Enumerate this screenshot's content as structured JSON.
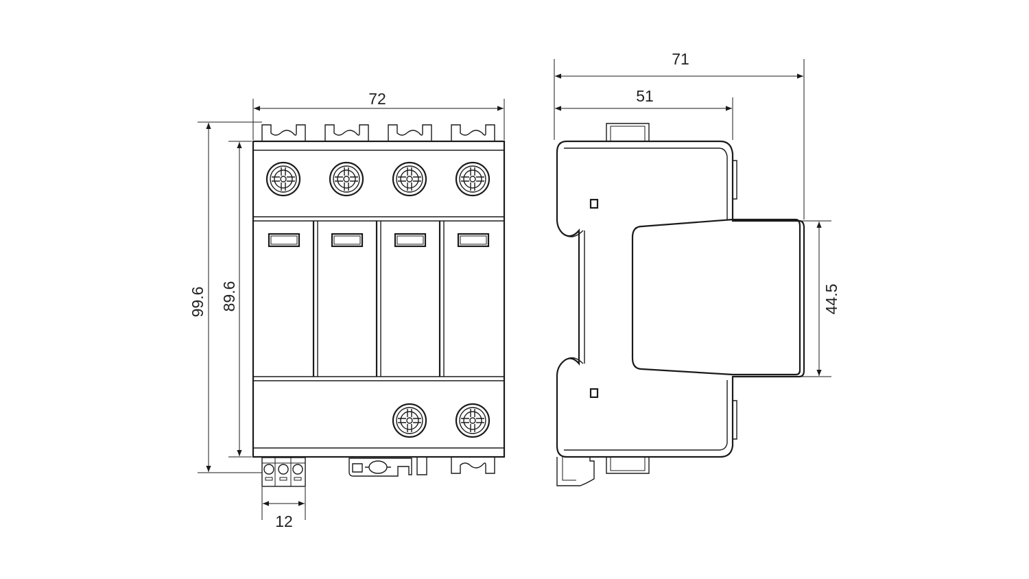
{
  "dimensions": {
    "front_width": "72",
    "front_height_total": "99.6",
    "front_height_body": "89.6",
    "terminal_pitch": "12",
    "side_depth_total": "71",
    "side_depth_body": "51",
    "side_front_height": "44.5"
  },
  "colors": {
    "line": "#1a1a1a",
    "text": "#222222",
    "background": "#ffffff"
  }
}
